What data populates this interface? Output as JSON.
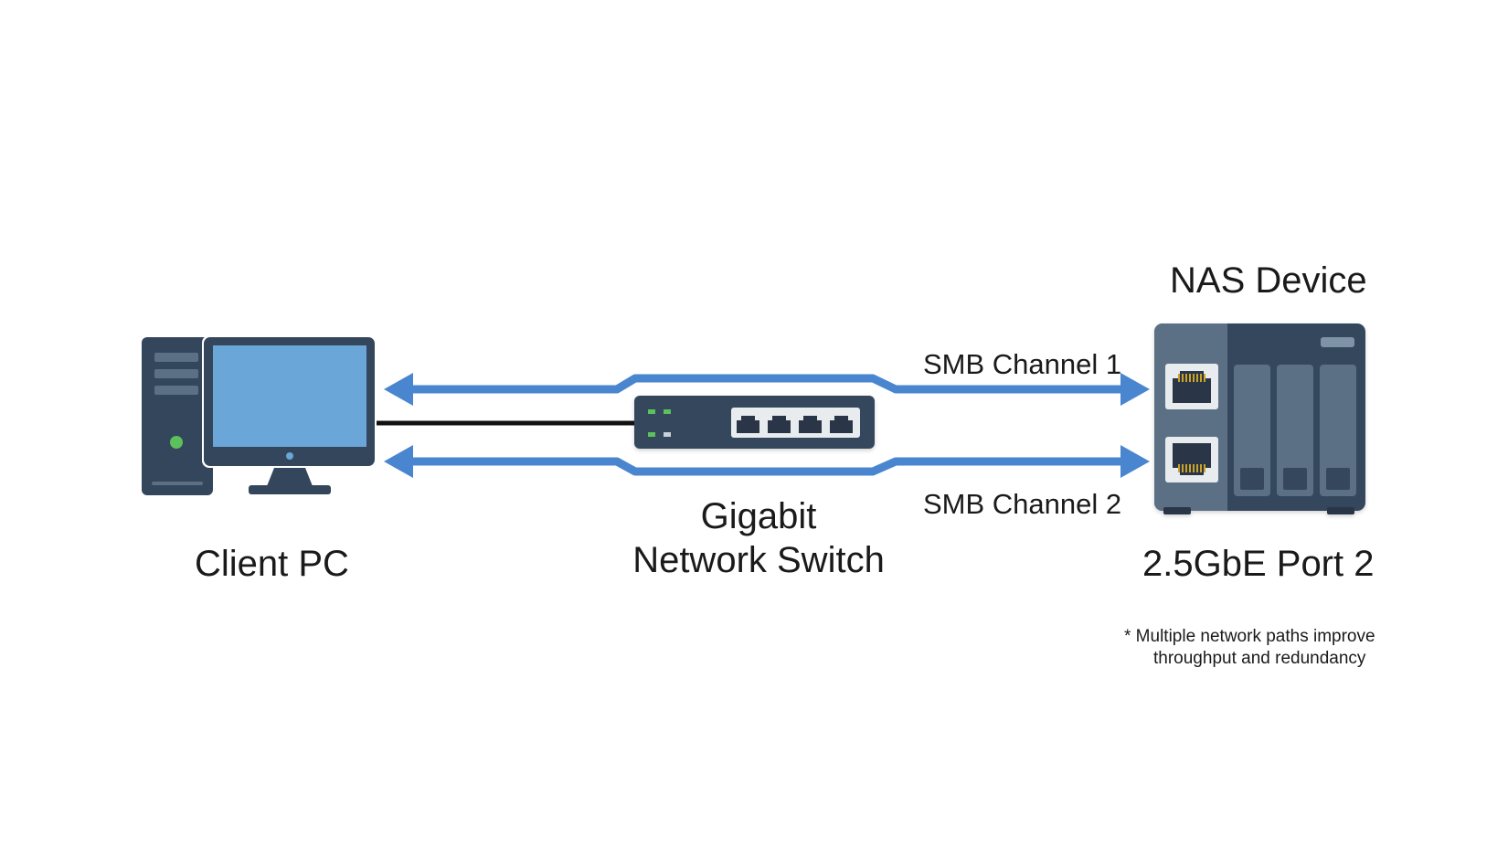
{
  "labels": {
    "client": "Client PC",
    "switch_line1": "Gigabit",
    "switch_line2": "Network Switch",
    "nas_title": "NAS Device",
    "nas_port": "2.5GbE Port 2",
    "channel1": "SMB Channel 1",
    "channel2": "SMB Channel 2"
  },
  "footnote": {
    "line1": "* Multiple network paths improve",
    "line2": "throughput and redundancy"
  },
  "colors": {
    "arrow": "#4a86cf",
    "device_dark": "#34465c",
    "device_mid": "#5b7085",
    "screen": "#6aa6d8",
    "led_green": "#5cc05c",
    "cable": "#111111",
    "port_gold": "#c9a227"
  },
  "icons": {
    "client": "desktop-computer-icon",
    "switch": "network-switch-icon",
    "nas": "nas-storage-icon"
  }
}
